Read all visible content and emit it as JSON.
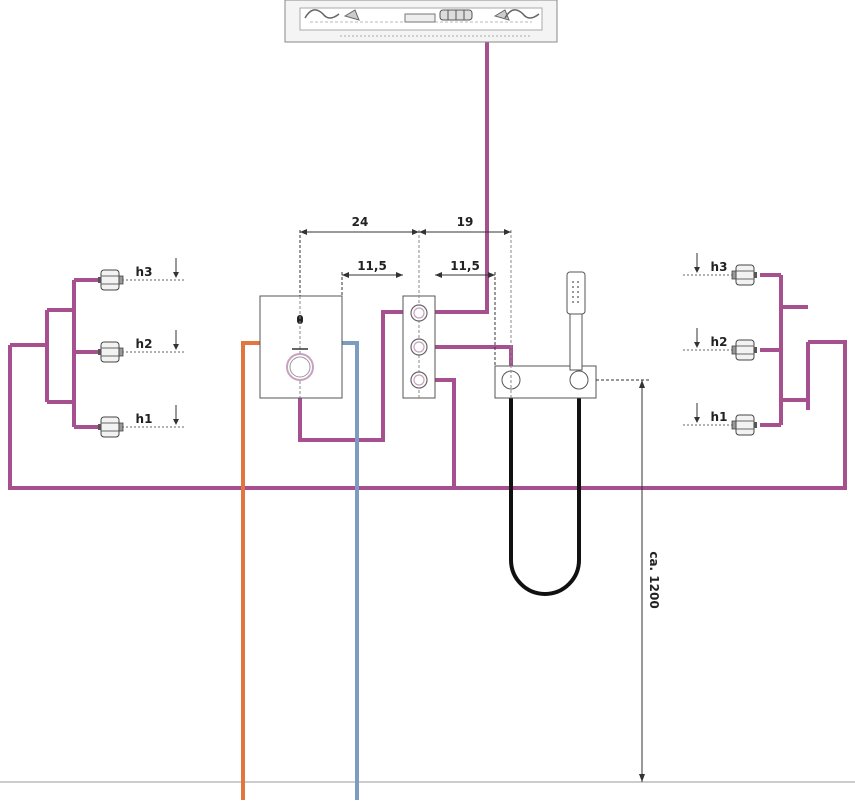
{
  "dimensions": {
    "top_left": "24",
    "top_right": "19",
    "mid_left": "11,5",
    "mid_right": "11,5",
    "height": "ca. 1200"
  },
  "left_jets": [
    "h3",
    "h2",
    "h1"
  ],
  "right_jets": [
    "h3",
    "h2",
    "h1"
  ],
  "colors": {
    "mixed_pipe": "#a7508f",
    "hot_pipe": "#e2763f",
    "cold_pipe": "#7c9cc0",
    "hose": "#111111",
    "outline": "#555555",
    "dim_line": "#333333"
  }
}
